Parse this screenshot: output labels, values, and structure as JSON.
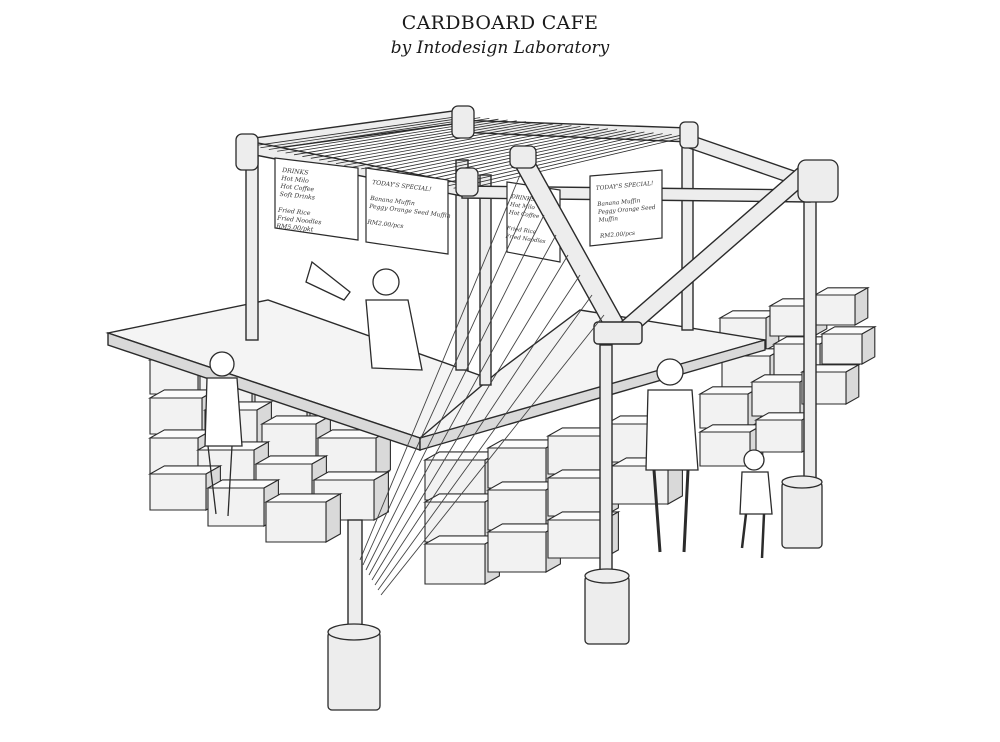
{
  "title": "CARDBOARD CAFE",
  "subtitle": "by Intodesign Laboratory",
  "signs": [
    {
      "lines": [
        "DRINKS",
        "Hot Milo",
        "Hot Coffee",
        "Soft Drinks",
        "",
        "Fried Rice",
        "Fried Noodles",
        "RM5.00/pkt"
      ]
    },
    {
      "lines": [
        "TODAY'S SPECIAL!",
        "",
        "Banana Muffin",
        "Peggy Orange Seed Muffin",
        "",
        "RM2.00/pcs"
      ]
    },
    {
      "lines": [
        "DRINKS",
        "Hot Milo",
        "Hot Coffee",
        "",
        "Fried Rice",
        "Fried Noodles"
      ]
    },
    {
      "lines": [
        "TODAY'S SPECIAL!",
        "",
        "Banana Muffin",
        "Peggy Orange Seed",
        "Muffin",
        "",
        "RM2.00/pcs"
      ]
    }
  ],
  "colors": {
    "line": "#2b2b2b",
    "box_face": "#f2f2f2",
    "box_side": "#d9d9d9",
    "box_top": "#fbfbfb",
    "counter_top": "#f4f4f4",
    "tube": "#ededed"
  }
}
